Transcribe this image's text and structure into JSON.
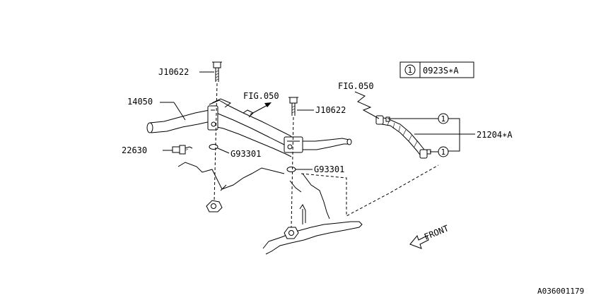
{
  "labels": {
    "j10622_top": "J10622",
    "j10622_right": "J10622",
    "fig050_center": "FIG.050",
    "fig050_right": "FIG.050",
    "p14050": "14050",
    "p22630": "22630",
    "g93301_a": "G93301",
    "g93301_b": "G93301",
    "p21204a": "21204∗A",
    "front": "FRONT",
    "footer_code": "A036001179"
  },
  "legend": {
    "index": "1",
    "code": "0923S∗A"
  },
  "callouts": {
    "top": "1",
    "bottom": "1"
  }
}
